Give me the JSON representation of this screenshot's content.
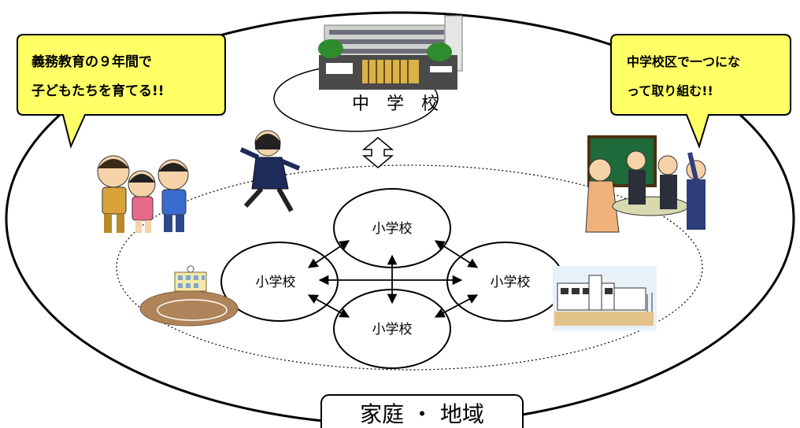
{
  "bubbles": {
    "left": {
      "line1": "義務教育の９年間で",
      "line2": "子どもたちを育てる!!"
    },
    "right": {
      "line1": "中学校区で一つにな",
      "line2": "って取り組む!!"
    }
  },
  "junior_high": {
    "label": "中　学　校"
  },
  "elementary": {
    "top": "小学校",
    "left": "小学校",
    "right": "小学校",
    "bottom": "小学校"
  },
  "community": {
    "label": "家庭 ・ 地域"
  },
  "icons": {
    "school_building": "school-building-icon",
    "children": "children-icon",
    "student": "running-student-icon",
    "teachers": "teachers-meeting-icon",
    "schoolyard": "schoolyard-icon",
    "elementary_building": "elementary-building-icon"
  },
  "colors": {
    "bubble_fill": "#ffff66",
    "line": "#000000"
  }
}
